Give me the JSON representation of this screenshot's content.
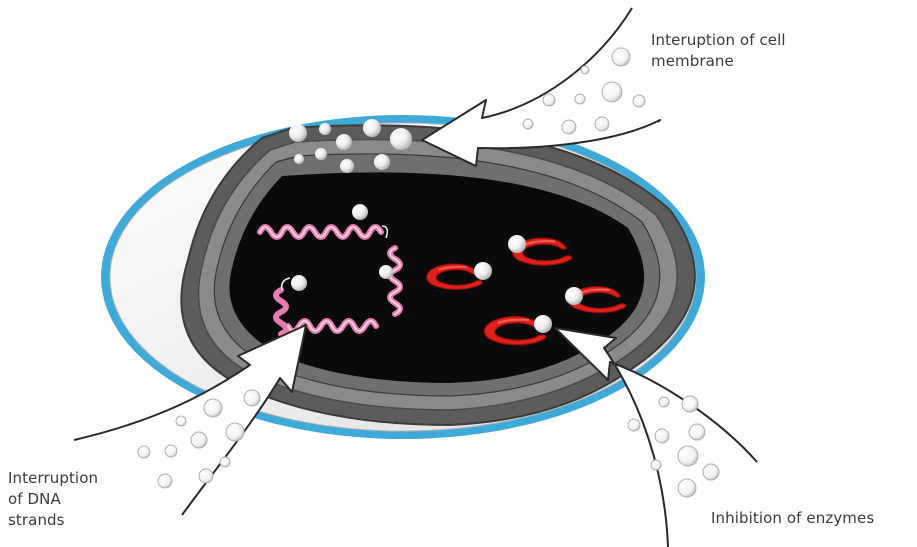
{
  "labels": {
    "membrane": "Interuption of cell\nmembrane",
    "dna": "Interruption\nof DNA\nstrands",
    "enzymes": "Inhibition of enzymes"
  },
  "colors": {
    "outer_glow": "#3fa9d8",
    "cell_wall": "#f2f2f2",
    "membrane_ring": "#6b6b6b",
    "cytoplasm": "#0a0a0a",
    "dna_strand": "#e87ab0",
    "enzyme": "#e0201b",
    "silver_particle": "#f4f4f4"
  },
  "icons": [
    "dna-strand-icon",
    "enzyme-icon",
    "silver-particle-icon",
    "arrow-icon"
  ]
}
